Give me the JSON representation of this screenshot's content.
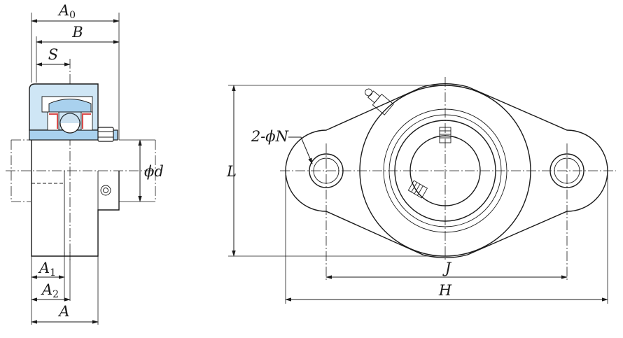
{
  "labels": {
    "A0": {
      "main": "A",
      "sub": "0"
    },
    "B": "B",
    "S": "S",
    "d": {
      "prefix": "ϕ",
      "main": "d"
    },
    "A1": {
      "main": "A",
      "sub": "1"
    },
    "A2": {
      "main": "A",
      "sub": "2"
    },
    "A": "A",
    "L": "L",
    "N": {
      "prefix": "2-ϕ",
      "main": "N"
    },
    "J": "J",
    "H": "H"
  },
  "colors": {
    "line": "#1a1a1a",
    "bearing_fill": "#cfe6f5",
    "bearing_mid": "#a9d1ee",
    "bearing_dark": "#6ea9d4",
    "seal_red": "#d84a4a",
    "background": "#ffffff"
  },
  "icons": {
    "grease_fitting": "grease-nipple-icon",
    "set_screw": "set-screw-icon"
  }
}
